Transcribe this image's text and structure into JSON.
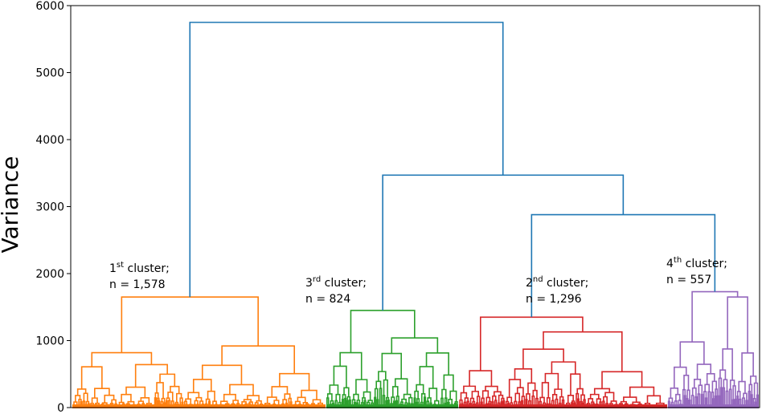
{
  "chart_data": {
    "type": "dendrogram",
    "title": "",
    "xlabel": "",
    "ylabel": "Variance",
    "ylim": [
      0,
      6000
    ],
    "yticks": [
      0,
      1000,
      2000,
      3000,
      4000,
      5000,
      6000
    ],
    "grid": false,
    "colors": {
      "root": "#1f77b4",
      "cluster1": "#ff7f0e",
      "cluster2": "#d62728",
      "cluster3": "#2ca02c",
      "cluster4": "#9467bd"
    },
    "clusters": [
      {
        "ordinal": "1",
        "suffix": "st",
        "label_rest": " cluster;",
        "count_label": "n = 1,578",
        "n": 1578,
        "merge_height": 1650,
        "color": "#ff7f0e"
      },
      {
        "ordinal": "3",
        "suffix": "rd",
        "label_rest": " cluster;",
        "count_label": "n = 824",
        "n": 824,
        "merge_height": 1450,
        "color": "#2ca02c"
      },
      {
        "ordinal": "2",
        "suffix": "nd",
        "label_rest": " cluster;",
        "count_label": "n = 1,296",
        "n": 1296,
        "merge_height": 1350,
        "color": "#d62728"
      },
      {
        "ordinal": "4",
        "suffix": "th",
        "label_rest": " cluster;",
        "count_label": "n = 557",
        "n": 557,
        "merge_height": 1730,
        "color": "#9467bd"
      }
    ],
    "top_merges": [
      {
        "joins": [
          "cluster 2",
          "cluster 4"
        ],
        "height": 2880
      },
      {
        "joins": [
          "cluster 3",
          "clusters 2+4"
        ],
        "height": 3470
      },
      {
        "joins": [
          "cluster 1",
          "clusters 3+2+4"
        ],
        "height": 5750
      }
    ]
  }
}
